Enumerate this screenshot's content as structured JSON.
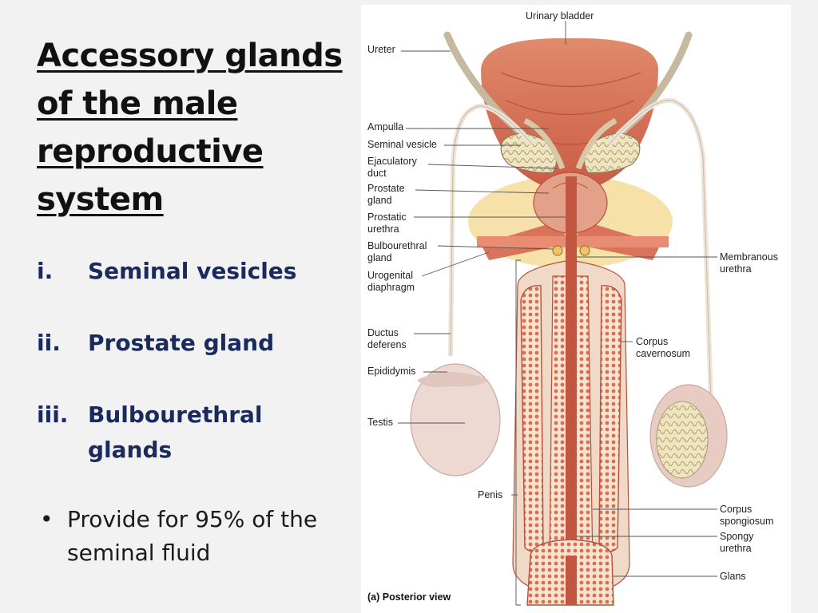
{
  "slide": {
    "title": "Accessory glands of the male reproductive system",
    "list": [
      {
        "num": "i.",
        "text": "Seminal vesicles"
      },
      {
        "num": "ii.",
        "text": "Prostate gland"
      },
      {
        "num": "iii.",
        "text": "Bulbourethral glands"
      }
    ],
    "bullet": "Provide for 95% of the seminal fluid"
  },
  "figure": {
    "caption": "(a) Posterior view",
    "labels": {
      "urinary_bladder": "Urinary bladder",
      "ureter": "Ureter",
      "ampulla": "Ampulla",
      "seminal_vesicle": "Seminal vesicle",
      "ejaculatory_1": "Ejaculatory",
      "ejaculatory_2": "duct",
      "prostate_1": "Prostate",
      "prostate_2": "gland",
      "prostatic_1": "Prostatic",
      "prostatic_2": "urethra",
      "bulbourethral_1": "Bulbourethral",
      "bulbourethral_2": "gland",
      "urogenital_1": "Urogenital",
      "urogenital_2": "diaphragm",
      "ductus_1": "Ductus",
      "ductus_2": "deferens",
      "epididymis": "Epididymis",
      "testis": "Testis",
      "penis": "Penis",
      "membranous_1": "Membranous",
      "membranous_2": "urethra",
      "cavernosum_1": "Corpus",
      "cavernosum_2": "cavernosum",
      "spongiosum_1": "Corpus",
      "spongiosum_2": "spongiosum",
      "spongy_1": "Spongy",
      "spongy_2": "urethra",
      "glans": "Glans"
    }
  },
  "colors": {
    "background": "#f2f2f2",
    "list_text": "#1b2a5c",
    "tissue": "#d9735a",
    "tissue_dark": "#b8503c",
    "cream": "#efe4c8",
    "fat": "#f5dfa0"
  }
}
